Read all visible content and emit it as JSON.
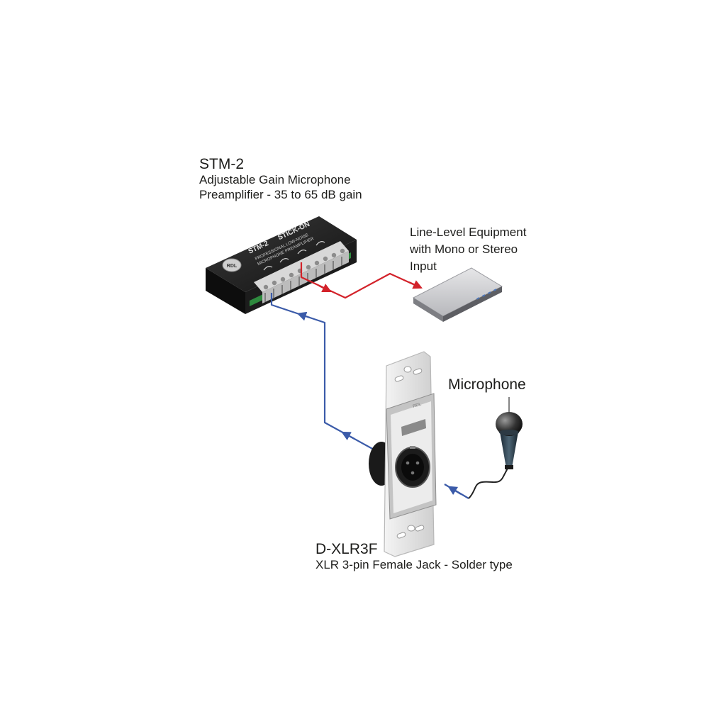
{
  "stm2": {
    "name": "STM-2",
    "desc_line1": "Adjustable Gain Microphone",
    "desc_line2": "Preamplifier - 35 to 65 dB gain",
    "top_label1": "STM-2",
    "top_label2": "STICK-ON",
    "top_label3": "PROFESSIONAL LOW-NOISE",
    "top_label4": "MICROPHONE PREAMPLIFIER",
    "logo": "RDL"
  },
  "line_equipment": {
    "line1": "Line-Level Equipment",
    "line2": "with Mono or Stereo",
    "line3": "Input"
  },
  "microphone": {
    "label": "Microphone"
  },
  "dxlr3f": {
    "name": "D-XLR3F",
    "desc": "XLR 3-pin Female Jack - Solder type",
    "plate_logo": "RDL"
  },
  "colors": {
    "output_wire": "#d3222a",
    "input_wire": "#3b5ba9",
    "device_body": "#1a1a1a",
    "terminal": "#e8e8e8"
  }
}
